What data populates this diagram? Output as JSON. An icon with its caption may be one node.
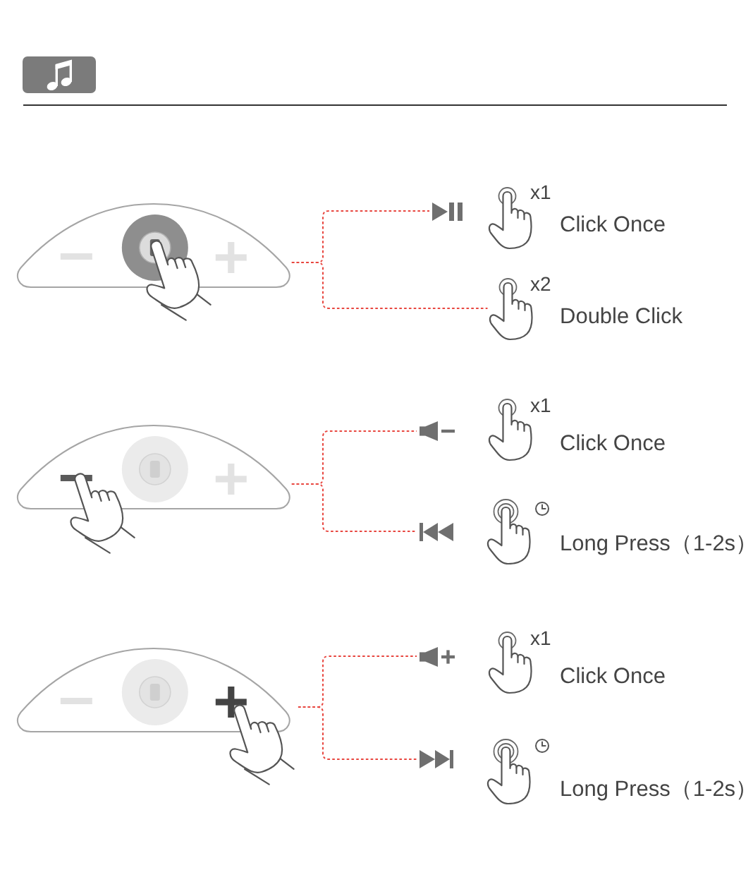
{
  "diagram": {
    "nodes": [
      {
        "text": [],
        "shape": "picture"
      },
      {
        "text": [],
        "shape": "picture"
      },
      {
        "text": [],
        "shape": "picture"
      },
      {
        "text": [],
        "shape": "picture"
      },
      {
        "text": [],
        "shape": "picture"
      },
      {
        "text": [],
        "shape": "picture"
      },
      {
        "text": [],
        "shape": "picture"
      },
      {
        "text": [],
        "shape": "picture"
      },
      {
        "text": [],
        "shape": "picture"
      }
    ],
    "edges": [
      {
        "from": 0,
        "to": 1,
        "arrow": "none",
        "style": "dashed"
      },
      {
        "from": 0,
        "to": 2,
        "arrow": "none",
        "style": "dashed"
      },
      {
        "from": 3,
        "to": 4,
        "arrow": "none",
        "style": "dashed"
      },
      {
        "from": 3,
        "to": 5,
        "arrow": "none",
        "style": "dashed"
      },
      {
        "from": 6,
        "to": 7,
        "arrow": "none",
        "style": "dashed"
      },
      {
        "from": 6,
        "to": 8,
        "arrow": "none",
        "style": "dashed"
      }
    ],
    "labels": [
      "x1",
      "Click Once",
      "x2",
      "Double Click",
      "x1",
      "Click Once",
      "Long Press（1-2s）",
      "x1",
      "Click Once",
      "Long Press（1-2s）"
    ]
  }
}
